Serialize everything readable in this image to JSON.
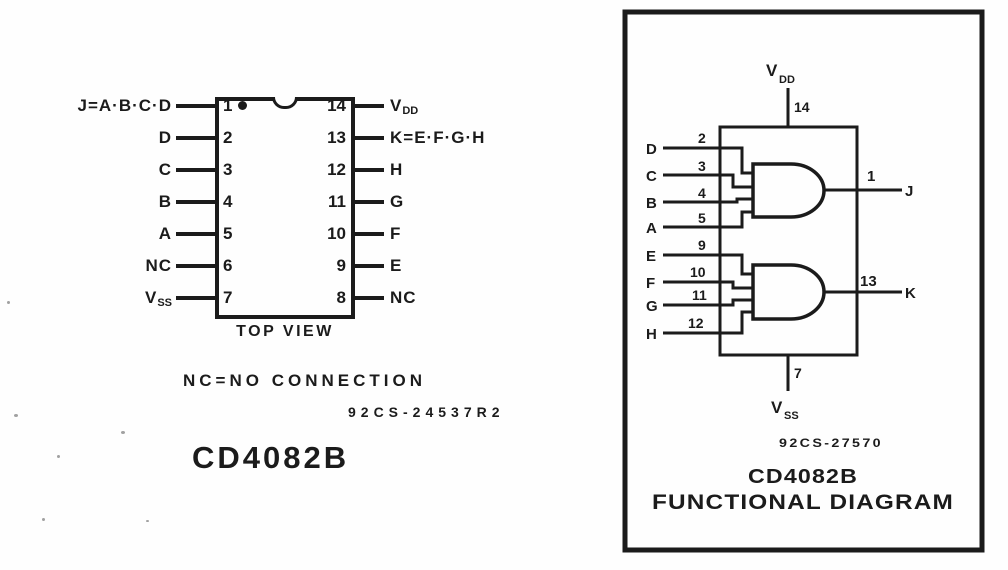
{
  "left_panel": {
    "pins_left": [
      {
        "pin": "1",
        "main": "J=A·B·C·D",
        "sub": ""
      },
      {
        "pin": "2",
        "main": "D",
        "sub": ""
      },
      {
        "pin": "3",
        "main": "C",
        "sub": ""
      },
      {
        "pin": "4",
        "main": "B",
        "sub": ""
      },
      {
        "pin": "5",
        "main": "A",
        "sub": ""
      },
      {
        "pin": "6",
        "main": "NC",
        "sub": ""
      },
      {
        "pin": "7",
        "main": "V",
        "sub": "SS"
      }
    ],
    "pins_right": [
      {
        "pin": "14",
        "main": "V",
        "sub": "DD"
      },
      {
        "pin": "13",
        "main": "K=E·F·G·H",
        "sub": ""
      },
      {
        "pin": "12",
        "main": "H",
        "sub": ""
      },
      {
        "pin": "11",
        "main": "G",
        "sub": ""
      },
      {
        "pin": "10",
        "main": "F",
        "sub": ""
      },
      {
        "pin": "9",
        "main": "E",
        "sub": ""
      },
      {
        "pin": "8",
        "main": "NC",
        "sub": ""
      }
    ],
    "caption": "TOP VIEW",
    "nc_note": "NC=NO CONNECTION",
    "figure_code": "92CS-24537R2",
    "part_number": "CD4082B"
  },
  "right_panel": {
    "vdd": {
      "main": "V",
      "sub": "DD",
      "pin": "14"
    },
    "vss": {
      "main": "V",
      "sub": "SS",
      "pin": "7"
    },
    "and1": {
      "inputs": [
        {
          "label": "D",
          "pin": "2"
        },
        {
          "label": "C",
          "pin": "3"
        },
        {
          "label": "B",
          "pin": "4"
        },
        {
          "label": "A",
          "pin": "5"
        }
      ],
      "out_pin": "1",
      "out_label": "J"
    },
    "and2": {
      "inputs": [
        {
          "label": "E",
          "pin": "9"
        },
        {
          "label": "F",
          "pin": "10"
        },
        {
          "label": "G",
          "pin": "11"
        },
        {
          "label": "H",
          "pin": "12"
        }
      ],
      "out_pin": "13",
      "out_label": "K"
    },
    "figure_code": "92CS-27570",
    "title_line1": "CD4082B",
    "title_line2": "FUNCTIONAL DIAGRAM"
  },
  "colors": {
    "ink": "#1b1b1b",
    "paper": "#fefefe"
  }
}
